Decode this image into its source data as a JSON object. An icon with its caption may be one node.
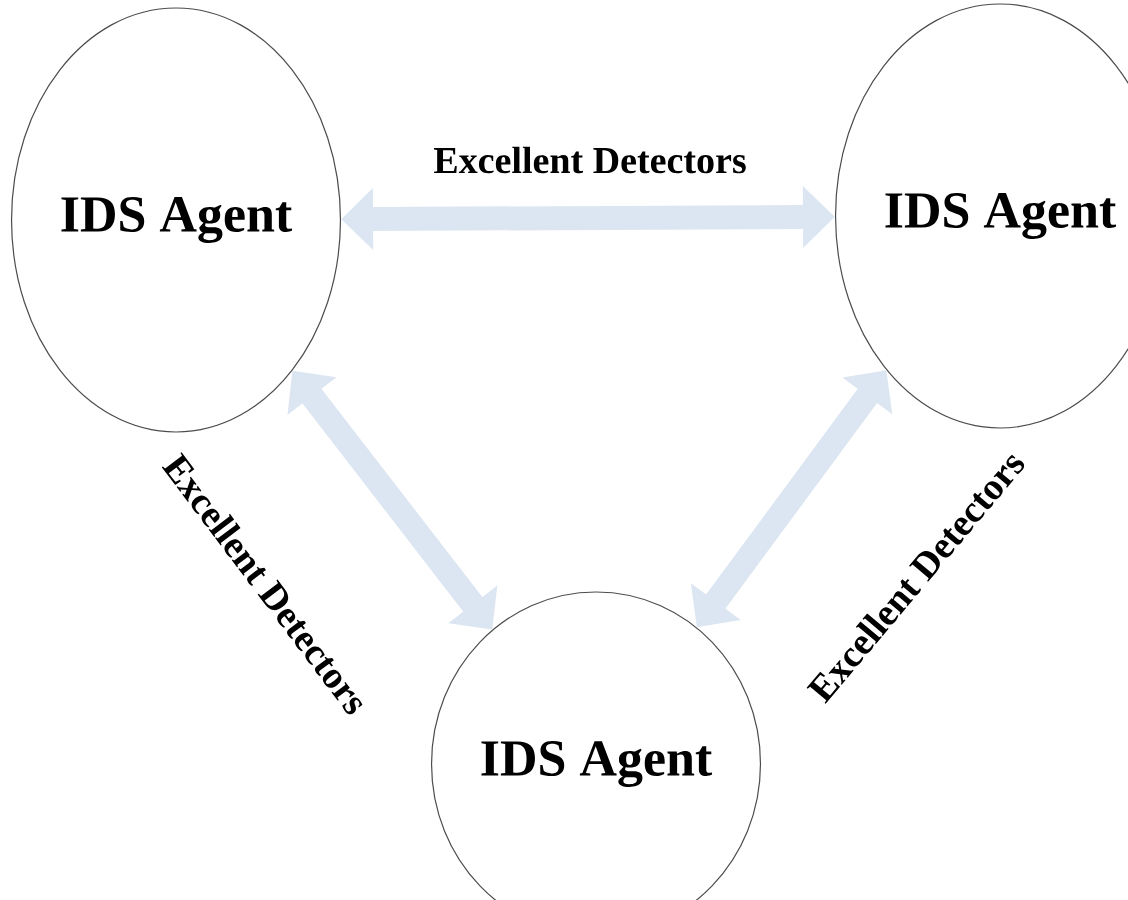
{
  "diagram": {
    "nodes": [
      {
        "text": [
          "IDS Agent"
        ]
      },
      {
        "text": [
          "IDS Agent"
        ]
      },
      {
        "text": [
          "IDS Agent"
        ]
      }
    ],
    "edges": [
      {
        "from": 0,
        "to": 1,
        "arrow": "both",
        "label": "Excellent Detectors"
      },
      {
        "from": 0,
        "to": 2,
        "arrow": "both",
        "label": "Excellent Detectors"
      },
      {
        "from": 1,
        "to": 2,
        "arrow": "both",
        "label": "Excellent Detectors"
      }
    ]
  }
}
